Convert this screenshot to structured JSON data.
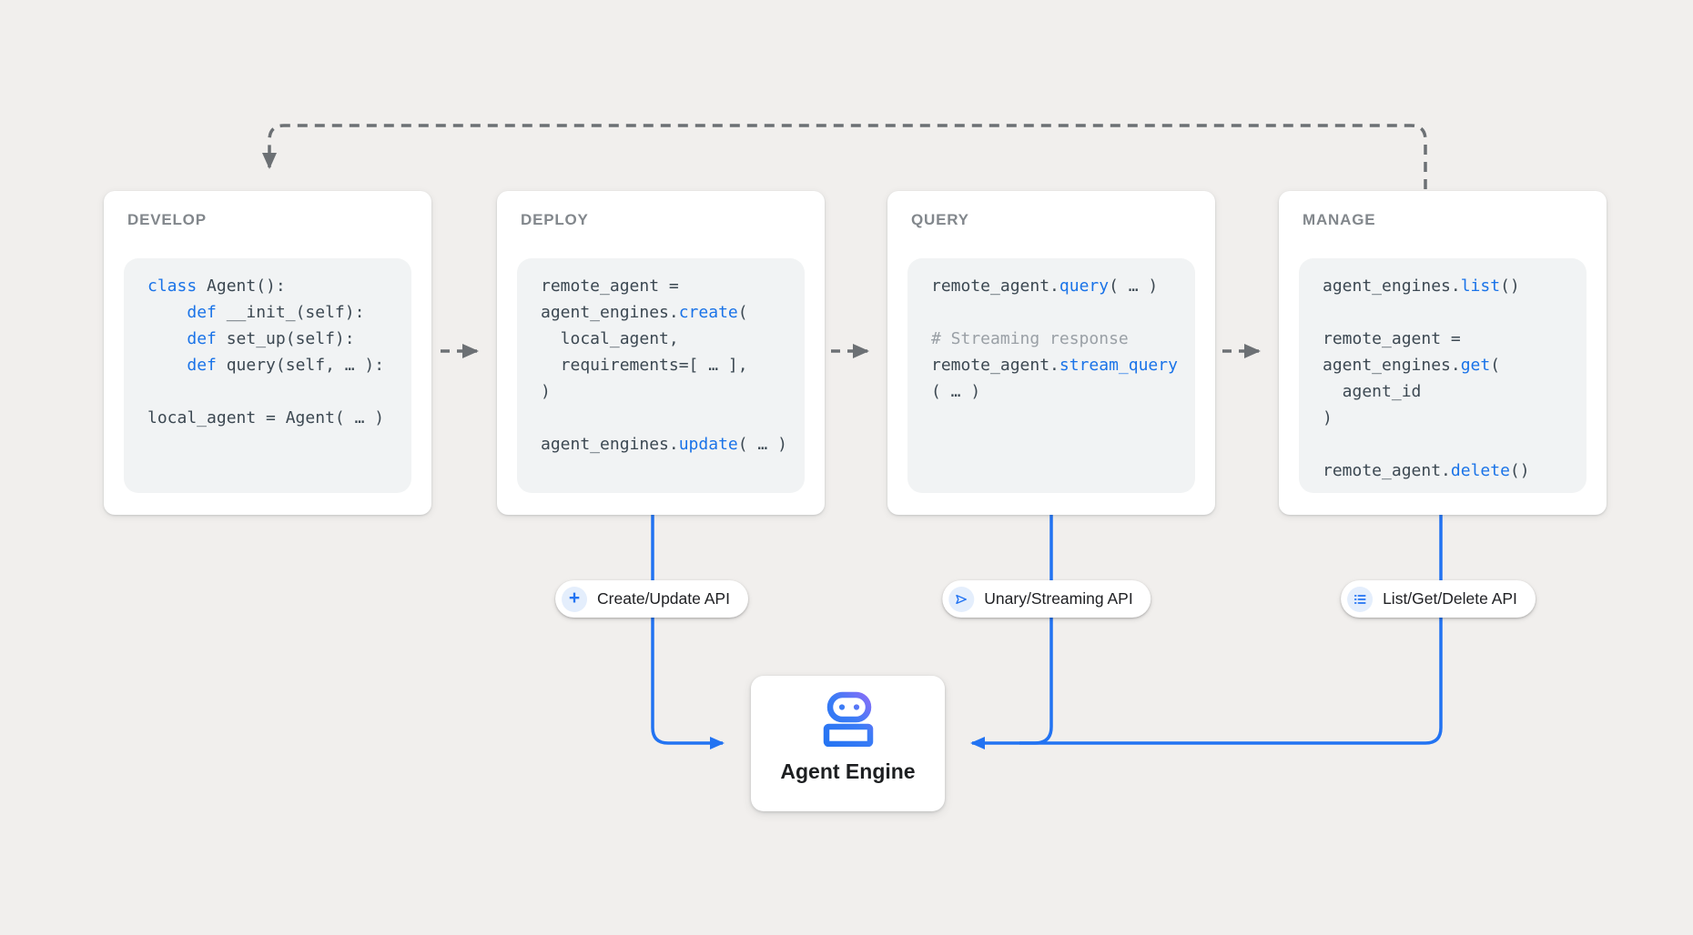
{
  "colors": {
    "background": "#f1efed",
    "card_bg": "#ffffff",
    "code_bg": "#f1f3f4",
    "label_gray": "#82878c",
    "code_text": "#3c4852",
    "keyword_blue": "#1a73e8",
    "comment_gray": "#9aa0a6",
    "connector_gray": "#6c7074",
    "accent_blue": "#2273f2",
    "robot_gradient": [
      "#2a6ff1",
      "#a06af8"
    ]
  },
  "cards": [
    {
      "id": "develop",
      "label": "DEVELOP",
      "code": [
        [
          [
            "kw",
            "class"
          ],
          [
            "pl",
            " Agent():"
          ]
        ],
        [
          [
            "pl",
            "    "
          ],
          [
            "kw",
            "def"
          ],
          [
            "pl",
            " __init_(self):"
          ]
        ],
        [
          [
            "pl",
            "    "
          ],
          [
            "kw",
            "def"
          ],
          [
            "pl",
            " set_up(self):"
          ]
        ],
        [
          [
            "pl",
            "    "
          ],
          [
            "kw",
            "def"
          ],
          [
            "pl",
            " query(self, … ):"
          ]
        ],
        [],
        [
          [
            "pl",
            "local_agent = Agent( … )"
          ]
        ]
      ]
    },
    {
      "id": "deploy",
      "label": "DEPLOY",
      "code": [
        [
          [
            "pl",
            "remote_agent ="
          ]
        ],
        [
          [
            "pl",
            "agent_engines."
          ],
          [
            "kw",
            "create"
          ],
          [
            "pl",
            "("
          ]
        ],
        [
          [
            "pl",
            "  local_agent,"
          ]
        ],
        [
          [
            "pl",
            "  requirements=[ … ],"
          ]
        ],
        [
          [
            "pl",
            ")"
          ]
        ],
        [],
        [
          [
            "pl",
            "agent_engines."
          ],
          [
            "kw",
            "update"
          ],
          [
            "pl",
            "( … )"
          ]
        ]
      ]
    },
    {
      "id": "query",
      "label": "QUERY",
      "code": [
        [
          [
            "pl",
            "remote_agent."
          ],
          [
            "kw",
            "query"
          ],
          [
            "pl",
            "( … )"
          ]
        ],
        [],
        [
          [
            "cm",
            "# Streaming response"
          ]
        ],
        [
          [
            "pl",
            "remote_agent."
          ],
          [
            "kw",
            "stream_query"
          ]
        ],
        [
          [
            "pl",
            "( … )"
          ]
        ]
      ]
    },
    {
      "id": "manage",
      "label": "MANAGE",
      "code": [
        [
          [
            "pl",
            "agent_engines."
          ],
          [
            "kw",
            "list"
          ],
          [
            "pl",
            "()"
          ]
        ],
        [],
        [
          [
            "pl",
            "remote_agent ="
          ]
        ],
        [
          [
            "pl",
            "agent_engines."
          ],
          [
            "kw",
            "get"
          ],
          [
            "pl",
            "("
          ]
        ],
        [
          [
            "pl",
            "  agent_id"
          ]
        ],
        [
          [
            "pl",
            ")"
          ]
        ],
        [],
        [
          [
            "pl",
            "remote_agent."
          ],
          [
            "kw",
            "delete"
          ],
          [
            "pl",
            "()"
          ]
        ]
      ]
    }
  ],
  "pills": [
    {
      "id": "create-update-api",
      "label": "Create/Update API",
      "icon": "plus-icon"
    },
    {
      "id": "unary-streaming-api",
      "label": "Unary/Streaming API",
      "icon": "send-icon"
    },
    {
      "id": "list-get-delete-api",
      "label": "List/Get/Delete API",
      "icon": "list-icon"
    }
  ],
  "engine": {
    "label": "Agent Engine",
    "icon": "robot-icon"
  }
}
